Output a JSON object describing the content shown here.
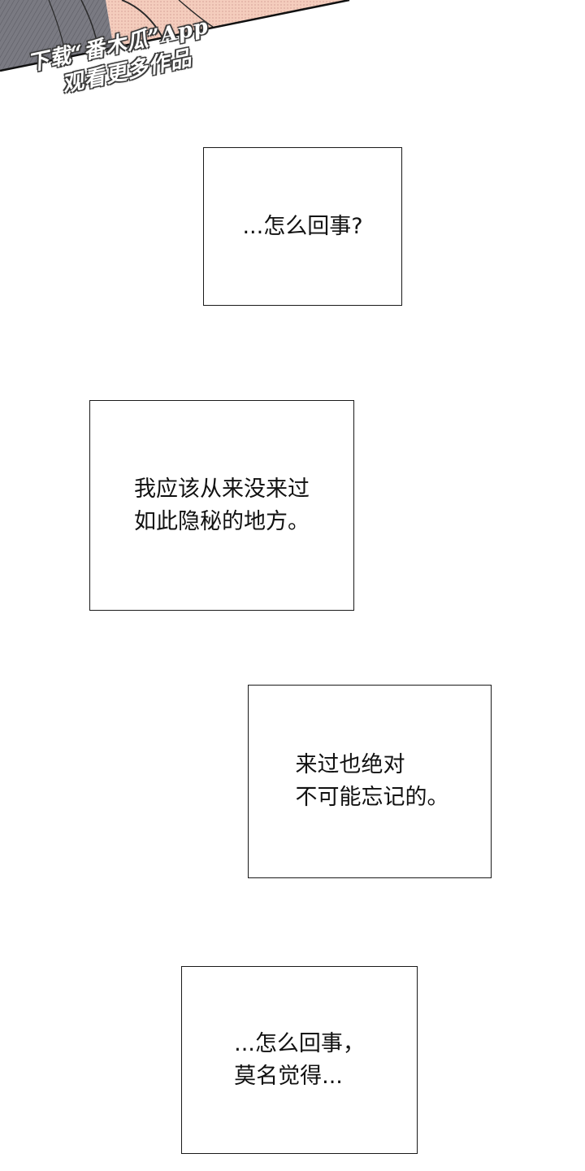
{
  "watermark": {
    "line1": "下载“番木瓜”App",
    "line2": "观看更多作品"
  },
  "captions": [
    {
      "text": "...怎么回事?"
    },
    {
      "text": "我应该从来没来过\n如此隐秘的地方。"
    },
    {
      "text": "  来过也绝对\n不可能忘记的。"
    },
    {
      "text": "...怎么回事，\n 莫名觉得..."
    }
  ],
  "colors": {
    "background": "#ffffff",
    "border": "#1a1a1a",
    "text": "#111111",
    "art_skin": "#f2c9b8",
    "art_hair": "#6b6b72"
  }
}
